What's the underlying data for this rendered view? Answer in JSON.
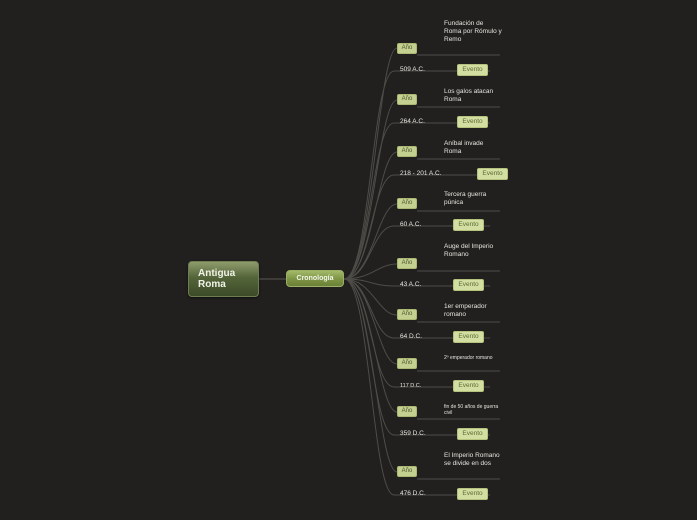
{
  "mindmap": {
    "root": {
      "label": "Antigua Roma"
    },
    "branch": {
      "label": "Cronología"
    },
    "rows": [
      {
        "year_label": "Año",
        "desc": "Fundación de Roma por Rómulo y Remo",
        "date": "509 A.C.",
        "event_label": "Evento"
      },
      {
        "year_label": "Año",
        "desc": "Los galos atacan Roma",
        "date": "264 A.C.",
        "event_label": "Evento"
      },
      {
        "year_label": "Año",
        "desc": "Aníbal invade Roma",
        "date": "218 - 201 A.C.",
        "event_label": "Evento"
      },
      {
        "year_label": "Año",
        "desc": "Tercera guerra púnica",
        "date": "60 A.C.",
        "event_label": "Evento"
      },
      {
        "year_label": "Año",
        "desc": "Auge del Imperio Romano",
        "date": "43 A.C.",
        "event_label": "Evento"
      },
      {
        "year_label": "Año",
        "desc": "1er emperador romano",
        "date": "64 D.C.",
        "event_label": "Evento"
      },
      {
        "year_label": "Año",
        "desc": "2º emperador romano",
        "date": "117 D.C.",
        "event_label": "Evento"
      },
      {
        "year_label": "Año",
        "desc": "fin de 50 años de guerra civil",
        "date": "359 D.C.",
        "event_label": "Evento"
      },
      {
        "year_label": "Año",
        "desc": "El Imperio Romano se divide en dos",
        "date": "476 D.C.",
        "event_label": "Evento"
      }
    ]
  }
}
